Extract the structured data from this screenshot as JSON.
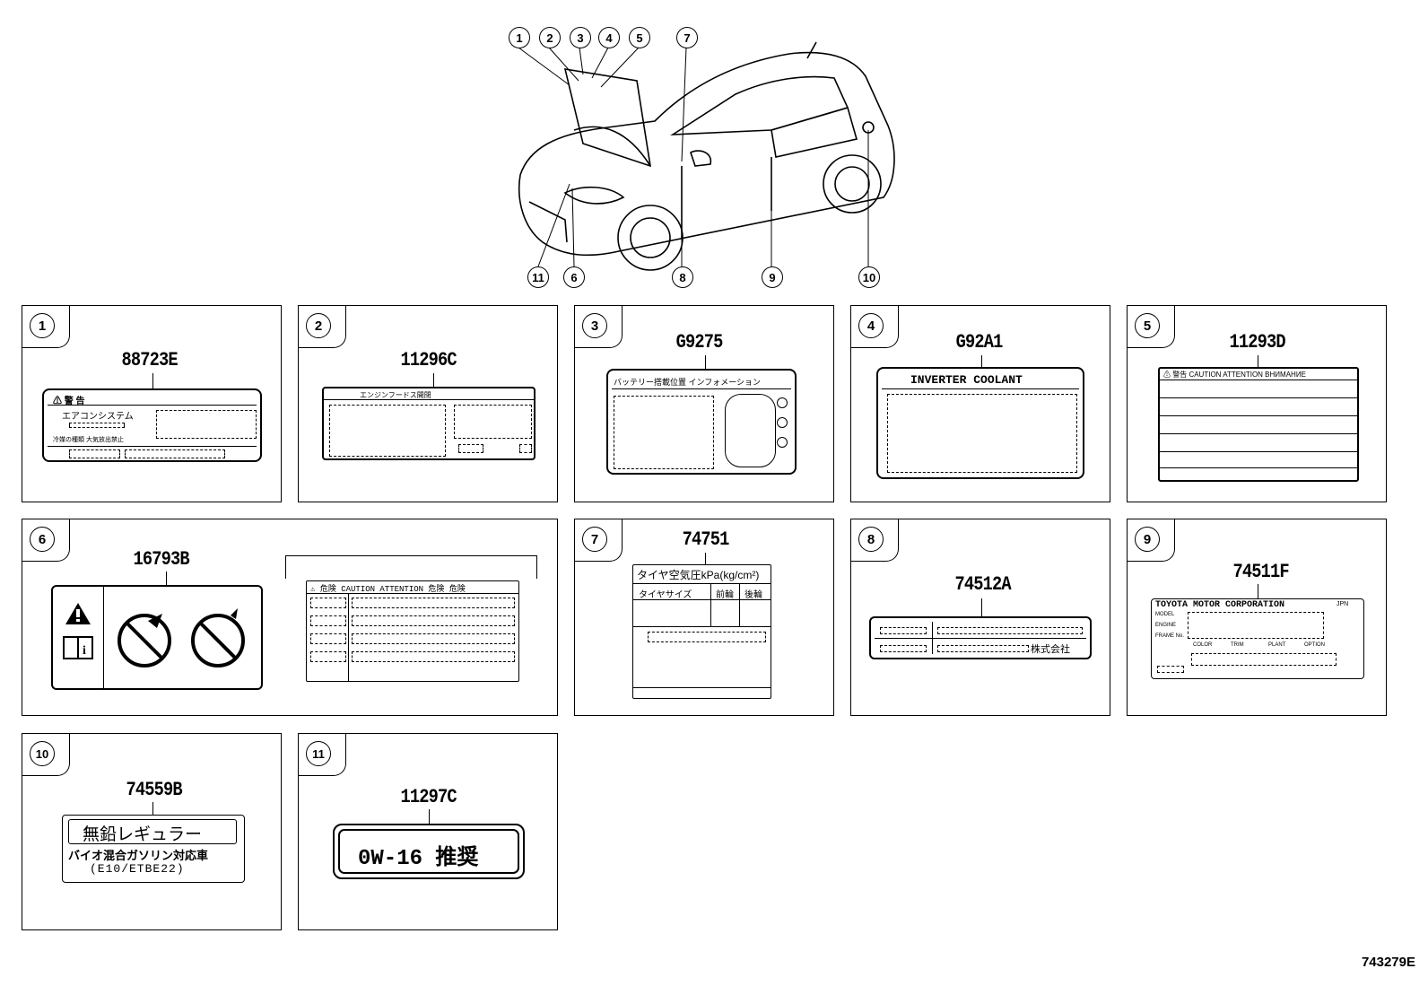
{
  "figure_id": "743279E",
  "car_callouts": [
    "1",
    "2",
    "3",
    "4",
    "5",
    "7",
    "11",
    "6",
    "8",
    "9",
    "10"
  ],
  "panels": [
    {
      "num": "1",
      "code": "88723E",
      "texts": {
        "warning": "⚠ 警 告",
        "system": "エアコンシステム",
        "note": "冷媒の種類 大気放出禁止"
      }
    },
    {
      "num": "2",
      "code": "11296C",
      "texts": {
        "header": "エンジンフードス開閉"
      }
    },
    {
      "num": "3",
      "code": "G9275",
      "texts": {
        "header": "バッテリー搭載位置 インフォメーション"
      }
    },
    {
      "num": "4",
      "code": "G92A1",
      "texts": {
        "header": "INVERTER COOLANT"
      }
    },
    {
      "num": "5",
      "code": "11293D",
      "texts": {
        "header": "⚠ 警告 CAUTION ATTENTION ВНИМАНИЕ"
      }
    },
    {
      "num": "6",
      "code": "16793B",
      "texts": {
        "header": "⚠ 危険 CAUTION ATTENTION 危険 危険"
      }
    },
    {
      "num": "7",
      "code": "74751",
      "texts": {
        "header": "タイヤ空気圧kPa(kg/cm²)",
        "col1": "タイヤサイズ",
        "col2": "前輪",
        "col3": "後輪"
      }
    },
    {
      "num": "8",
      "code": "74512A",
      "texts": {
        "company": "株式会社"
      }
    },
    {
      "num": "9",
      "code": "74511F",
      "texts": {
        "header": "TOYOTA MOTOR CORPORATION",
        "jpn": "JPN",
        "r1": "MODEL",
        "r2": "ENGINE",
        "r3": "FRAME No.",
        "c1": "COLOR",
        "c2": "TRIM",
        "c3": "PLANT",
        "c4": "OPTION"
      }
    },
    {
      "num": "10",
      "code": "74559B",
      "texts": {
        "line1": "無鉛レギュラー",
        "line2": "バイオ混合ガソリン対応車",
        "line3": "(E10/ETBE22)"
      }
    },
    {
      "num": "11",
      "code": "11297C",
      "texts": {
        "oil": "0W-16 推奨"
      }
    }
  ]
}
